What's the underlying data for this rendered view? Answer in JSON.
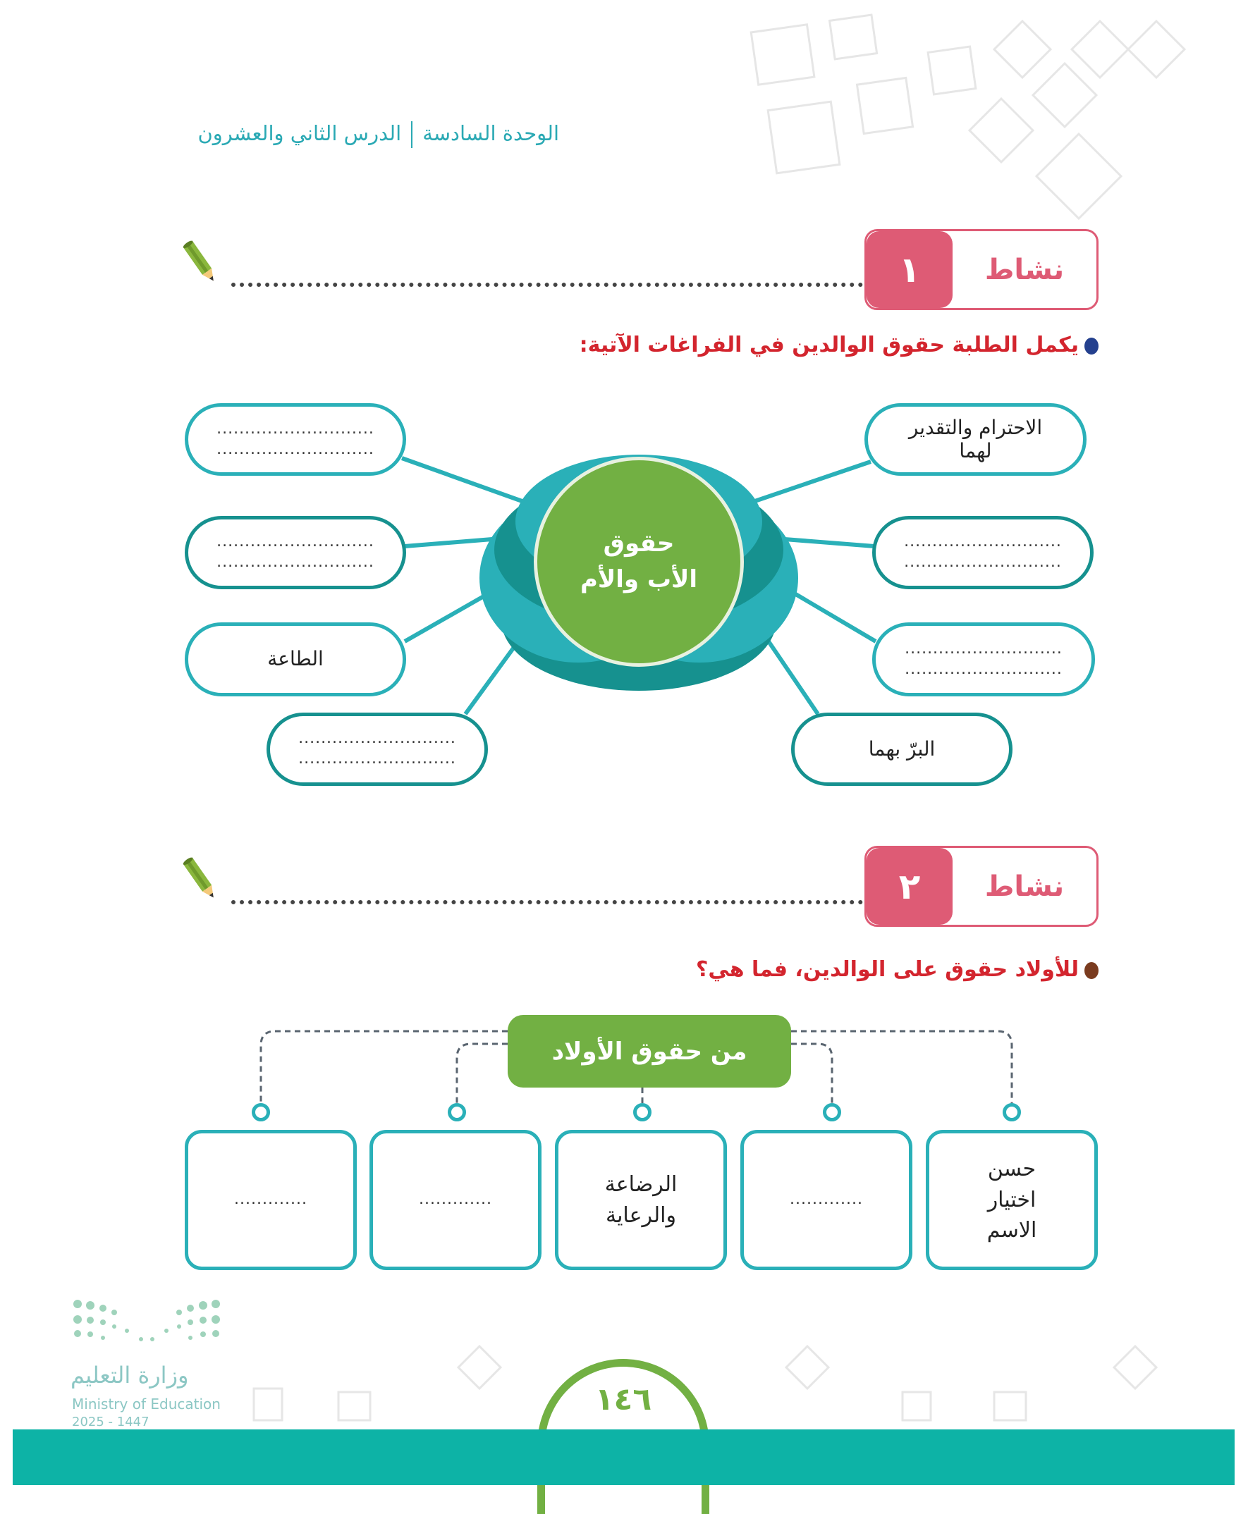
{
  "header": {
    "unit": "الوحدة السادسة",
    "lesson": "الدرس الثاني والعشرون"
  },
  "activity1": {
    "badge_label": "نشاط",
    "badge_number": "١",
    "instruction": "يكمل الطلبة حقوق الوالدين في الفراغات الآتية:",
    "center": {
      "line1": "حقوق",
      "line2": "الأب والأم"
    },
    "blank": "............................",
    "right_items": [
      {
        "line1": "الاحترام والتقدير",
        "line2": "لهما"
      },
      {
        "blank": true
      },
      {
        "blank": true
      },
      {
        "text": "البرّ بهما"
      }
    ],
    "left_items": [
      {
        "blank": true
      },
      {
        "blank": true
      },
      {
        "text": "الطاعة"
      },
      {
        "blank": true
      }
    ]
  },
  "activity2": {
    "badge_label": "نشاط",
    "badge_number": "٢",
    "instruction": "للأولاد حقوق على الوالدين، فما هي؟",
    "root_label": "من حقوق الأولاد",
    "blank": ".............",
    "boxes": [
      {
        "lines": [
          "حسن",
          "اختيار",
          "الاسم"
        ]
      },
      {
        "blank": true
      },
      {
        "lines": [
          "الرضاعة",
          "والرعاية"
        ]
      },
      {
        "blank": true
      },
      {
        "blank": true
      }
    ]
  },
  "footer": {
    "page_number": "١٤٦",
    "ministry_ar": "وزارة التعليم",
    "ministry_en": "Ministry of Education",
    "year": "2025 - 1447"
  },
  "colors": {
    "teal": "#2ab0b8",
    "green": "#72b043",
    "pink": "#de5b75",
    "red": "#d3252e",
    "footer": "#0db3a6"
  }
}
